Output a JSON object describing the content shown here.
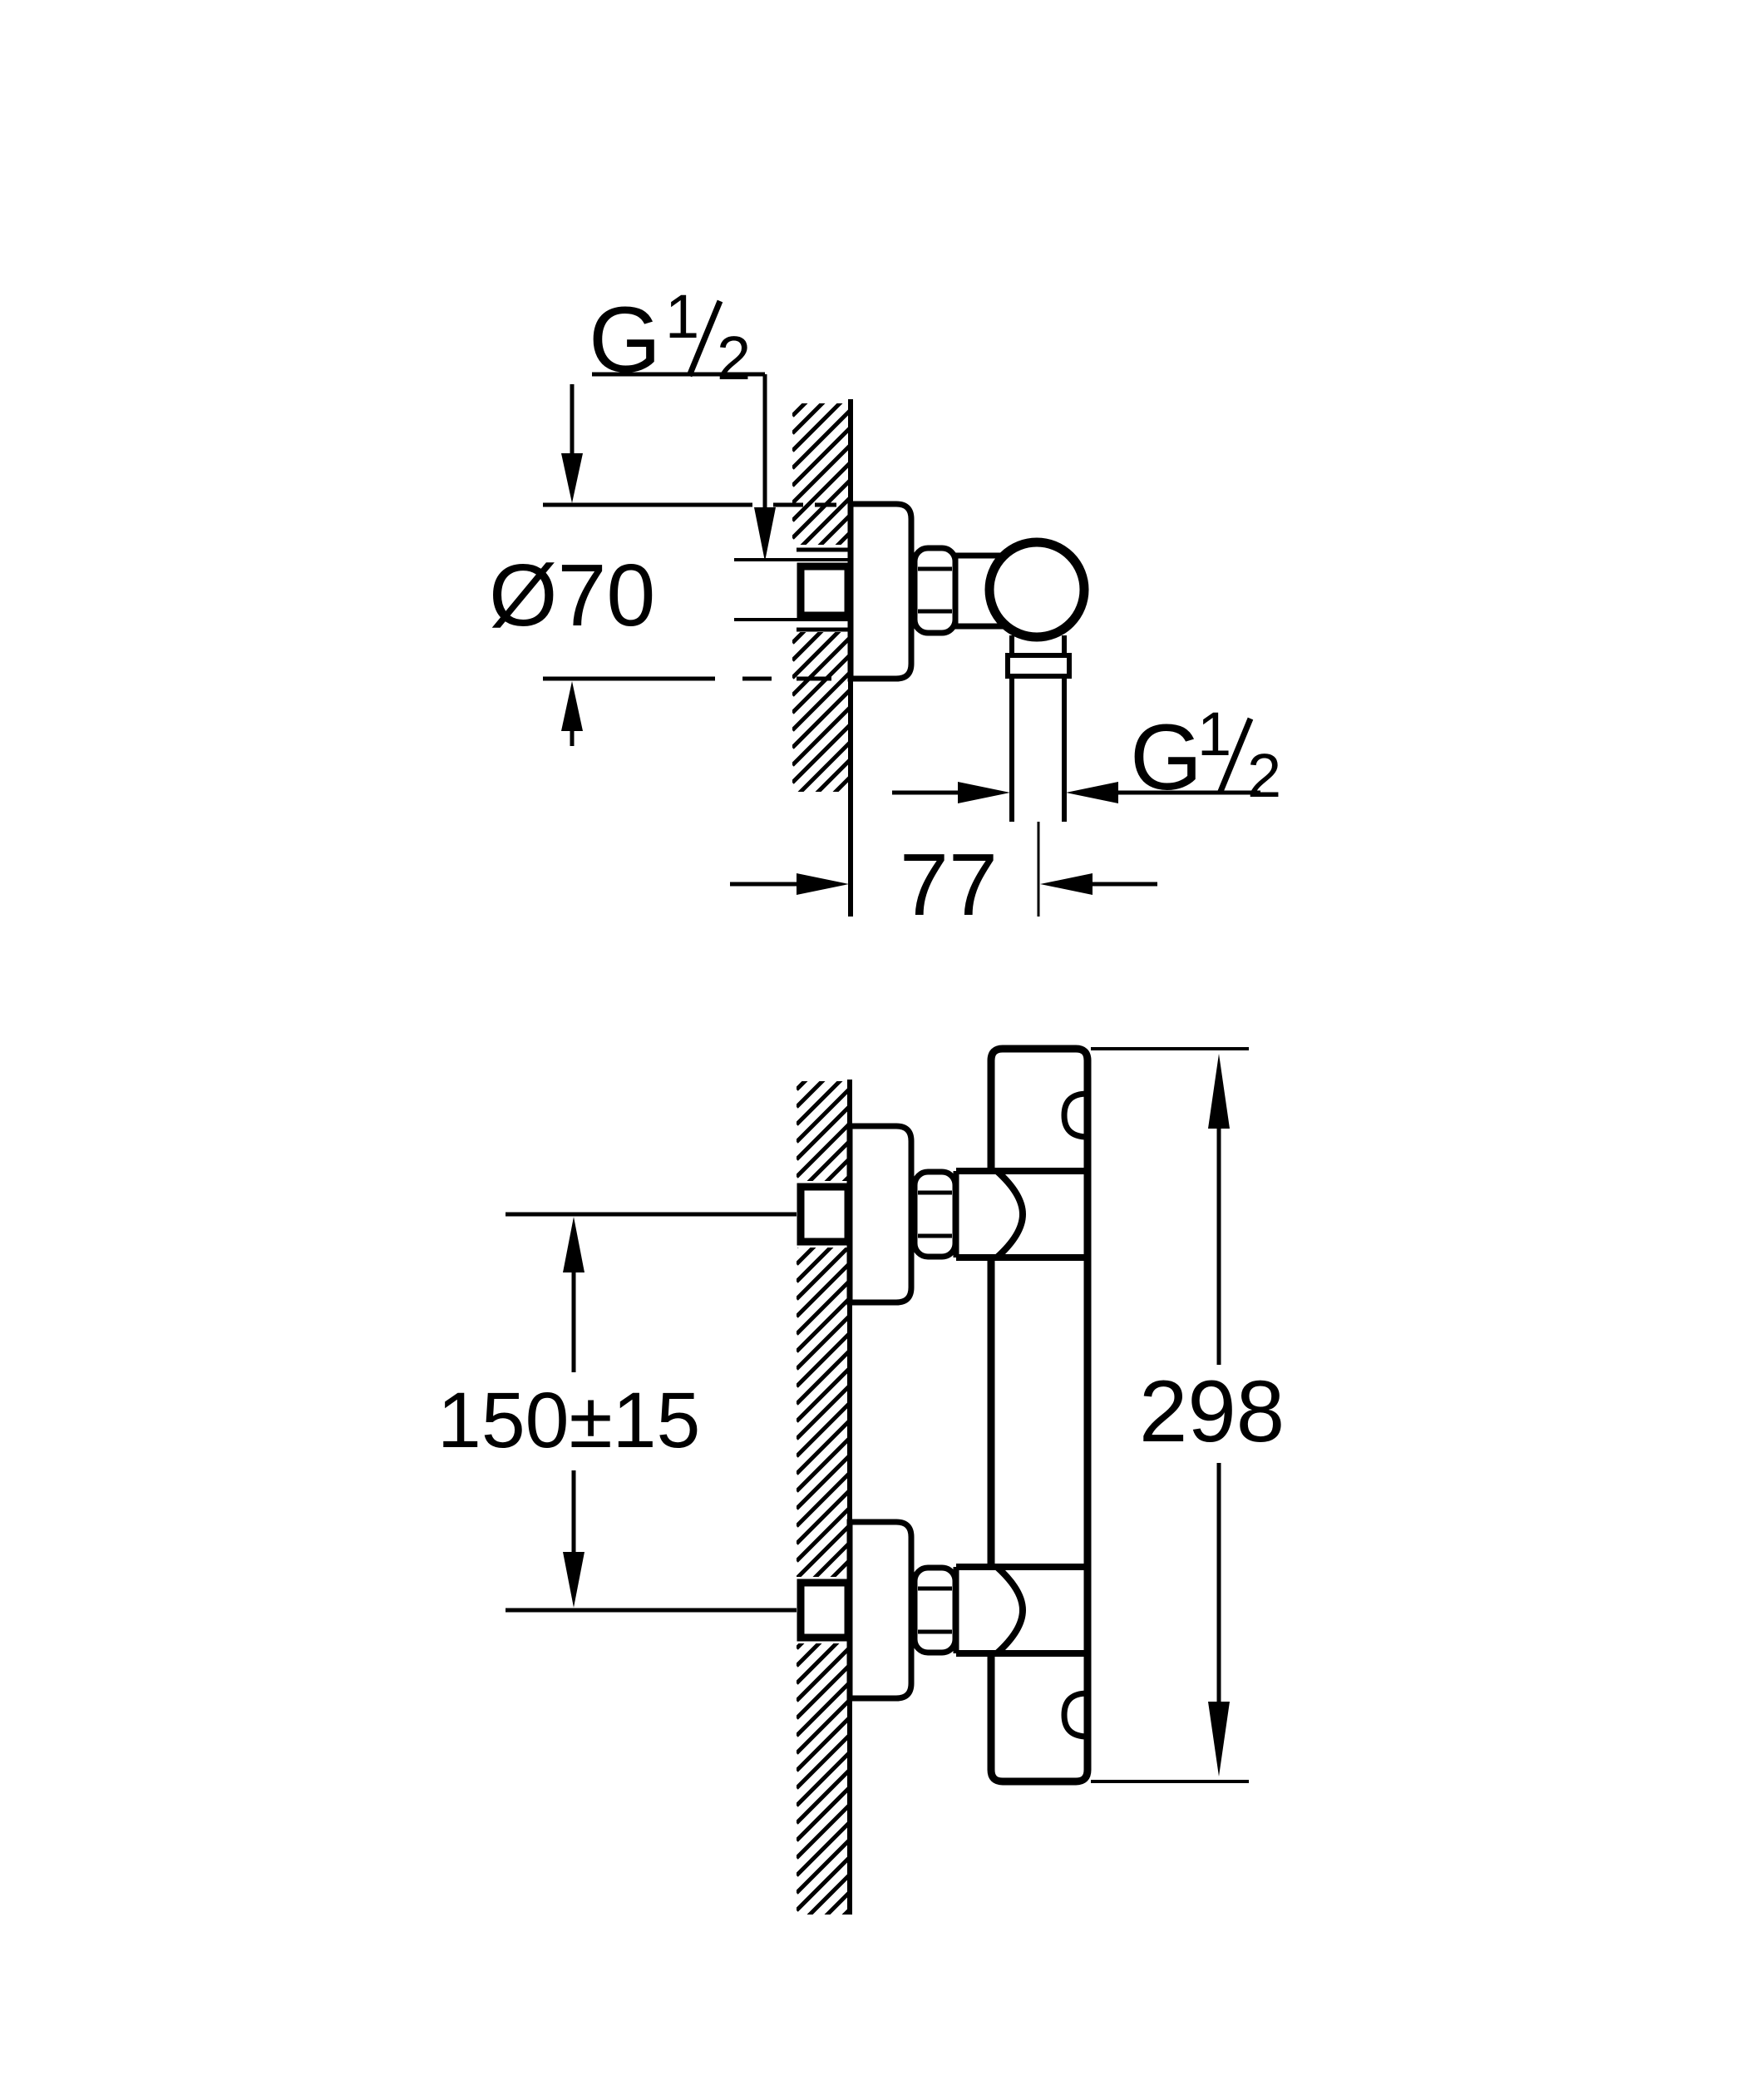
{
  "colors": {
    "ink": "#000000",
    "paper": "#ffffff"
  },
  "dimensions": {
    "inlet_thread": {
      "prefix": "G",
      "sup": "1",
      "sub": "2"
    },
    "escutcheon_diameter": {
      "text": "Ø70"
    },
    "outlet_thread": {
      "prefix": "G",
      "sup": "1",
      "sub": "2"
    },
    "wall_to_hose_axis": {
      "text": "77"
    },
    "connection_spacing": {
      "text": "150±15"
    },
    "overall_height": {
      "text": "298"
    }
  }
}
